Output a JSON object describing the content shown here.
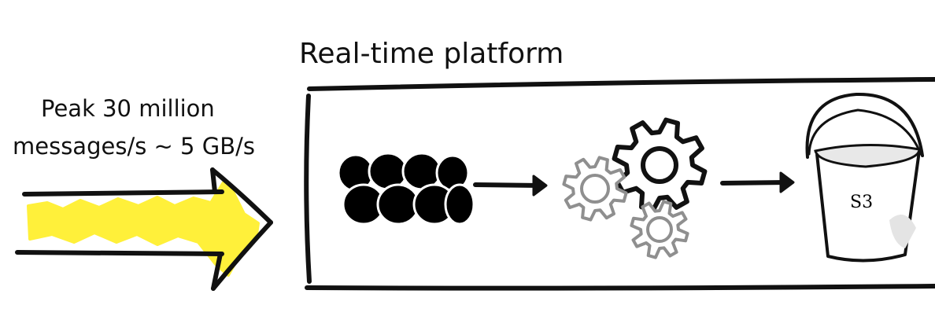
{
  "platform": {
    "title": "Real-time platform"
  },
  "throughput": {
    "line1": "Peak 30 million",
    "line2": "messages/s ~ 5 GB/s"
  },
  "storage": {
    "label": "S3"
  },
  "icons": {
    "ingest": "stacked-logs-icon",
    "processing": "gears-icon",
    "storage": "bucket-icon"
  },
  "colors": {
    "ink": "#111111",
    "highlight": "#fff03a",
    "faded_gear": "#8f8f8f"
  }
}
